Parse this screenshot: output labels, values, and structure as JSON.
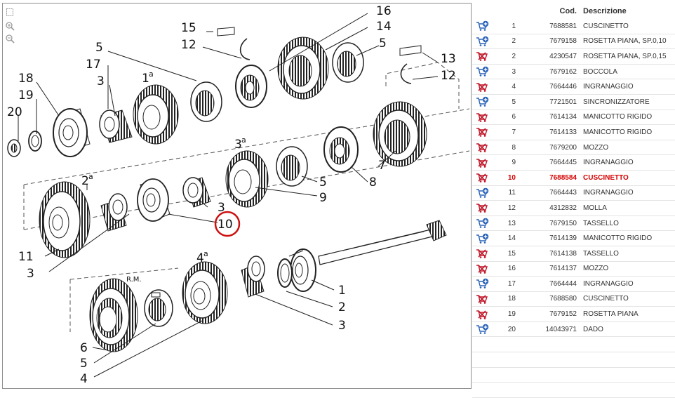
{
  "diagram": {
    "toolbar": [
      {
        "name": "page-icon"
      },
      {
        "name": "zoom-in-icon"
      },
      {
        "name": "zoom-out-icon"
      }
    ],
    "callouts": {
      "c1": "1",
      "c2": "2",
      "c3": "3",
      "c4": "4",
      "c5": "5",
      "c6": "6",
      "c7": "7",
      "c8": "8",
      "c9": "9",
      "c10": "10",
      "c11": "11",
      "c12": "12",
      "c13": "13",
      "c14": "14",
      "c15": "15",
      "c16": "16",
      "c17": "17",
      "c18": "18",
      "c19": "19",
      "c20": "20"
    },
    "gear_labels": {
      "g1": "1",
      "g2": "2",
      "g3": "3",
      "g4": "4",
      "sup": "a"
    },
    "rm_label": "R.M.",
    "highlight_color": "#cc1111"
  },
  "parts": {
    "header": {
      "cod": "Cod.",
      "descrizione": "Descrizione"
    },
    "rows": [
      {
        "num": "1",
        "cod": "7688581",
        "desc": "CUSCINETTO",
        "icon": "add-to-cart-icon",
        "selected": false
      },
      {
        "num": "2",
        "cod": "7679158",
        "desc": "ROSETTA PIANA, SP.0,10",
        "icon": "add-to-cart-icon",
        "selected": false
      },
      {
        "num": "2",
        "cod": "4230547",
        "desc": "ROSETTA PIANA, SP.0,15",
        "icon": "cart-unavailable-icon",
        "selected": false
      },
      {
        "num": "3",
        "cod": "7679162",
        "desc": "BOCCOLA",
        "icon": "add-to-cart-icon",
        "selected": false
      },
      {
        "num": "4",
        "cod": "7664446",
        "desc": "INGRANAGGIO",
        "icon": "cart-unavailable-icon",
        "selected": false
      },
      {
        "num": "5",
        "cod": "7721501",
        "desc": "SINCRONIZZATORE",
        "icon": "add-to-cart-icon",
        "selected": false
      },
      {
        "num": "6",
        "cod": "7614134",
        "desc": "MANICOTTO RIGIDO",
        "icon": "cart-unavailable-icon",
        "selected": false
      },
      {
        "num": "7",
        "cod": "7614133",
        "desc": "MANICOTTO RIGIDO",
        "icon": "cart-unavailable-icon",
        "selected": false
      },
      {
        "num": "8",
        "cod": "7679200",
        "desc": "MOZZO",
        "icon": "cart-unavailable-icon",
        "selected": false
      },
      {
        "num": "9",
        "cod": "7664445",
        "desc": "INGRANAGGIO",
        "icon": "cart-unavailable-icon",
        "selected": false
      },
      {
        "num": "10",
        "cod": "7688584",
        "desc": "CUSCINETTO",
        "icon": "cart-unavailable-icon",
        "selected": true
      },
      {
        "num": "11",
        "cod": "7664443",
        "desc": "INGRANAGGIO",
        "icon": "add-to-cart-icon",
        "selected": false
      },
      {
        "num": "12",
        "cod": "4312832",
        "desc": "MOLLA",
        "icon": "cart-unavailable-icon",
        "selected": false
      },
      {
        "num": "13",
        "cod": "7679150",
        "desc": "TASSELLO",
        "icon": "add-to-cart-icon",
        "selected": false
      },
      {
        "num": "14",
        "cod": "7614139",
        "desc": "MANICOTTO RIGIDO",
        "icon": "add-to-cart-icon",
        "selected": false
      },
      {
        "num": "15",
        "cod": "7614138",
        "desc": "TASSELLO",
        "icon": "cart-unavailable-icon",
        "selected": false
      },
      {
        "num": "16",
        "cod": "7614137",
        "desc": "MOZZO",
        "icon": "cart-unavailable-icon",
        "selected": false
      },
      {
        "num": "17",
        "cod": "7664444",
        "desc": "INGRANAGGIO",
        "icon": "add-to-cart-icon",
        "selected": false
      },
      {
        "num": "18",
        "cod": "7688580",
        "desc": "CUSCINETTO",
        "icon": "cart-unavailable-icon",
        "selected": false
      },
      {
        "num": "19",
        "cod": "7679152",
        "desc": "ROSETTA PIANA",
        "icon": "cart-unavailable-icon",
        "selected": false
      },
      {
        "num": "20",
        "cod": "14043971",
        "desc": "DADO",
        "icon": "add-to-cart-icon",
        "selected": false
      }
    ],
    "colors": {
      "add": "#2a63b8",
      "unavailable": "#c0182a",
      "selected_text": "#d40000"
    }
  }
}
